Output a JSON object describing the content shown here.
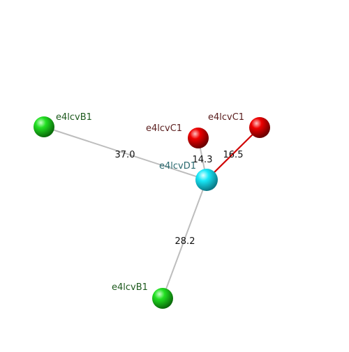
{
  "colors": {
    "background": "#ffffff",
    "bond_default": "#bdbdbd",
    "bond_highlight": "#d00000",
    "atom_green": "#10d010",
    "atom_red": "#e00000",
    "atom_cyan": "#10e0f0",
    "label_green": "#1e5a1e",
    "label_red": "#5a1e1e",
    "label_cyan": "#2a6a70",
    "distance_text": "#111111"
  },
  "atoms": [
    {
      "id": "b1-top",
      "label": "e4lcvB1",
      "element": "green"
    },
    {
      "id": "b1-bottom",
      "label": "e4lcvB1",
      "element": "green"
    },
    {
      "id": "c1-left",
      "label": "e4lcvC1",
      "element": "red"
    },
    {
      "id": "c1-right",
      "label": "e4lcvC1",
      "element": "red"
    },
    {
      "id": "d1-center",
      "label": "e4lcvD1",
      "element": "cyan"
    }
  ],
  "bonds": [
    {
      "id": "bond-b1-top",
      "from": "d1-center",
      "to": "b1-top",
      "distance": "37.0",
      "highlight": false
    },
    {
      "id": "bond-b1-bottom",
      "from": "d1-center",
      "to": "b1-bottom",
      "distance": "28.2",
      "highlight": false
    },
    {
      "id": "bond-c1-left",
      "from": "d1-center",
      "to": "c1-left",
      "distance": "14.3",
      "highlight": false
    },
    {
      "id": "bond-c1-right",
      "from": "d1-center",
      "to": "c1-right",
      "distance": "16.5",
      "highlight": true
    }
  ]
}
